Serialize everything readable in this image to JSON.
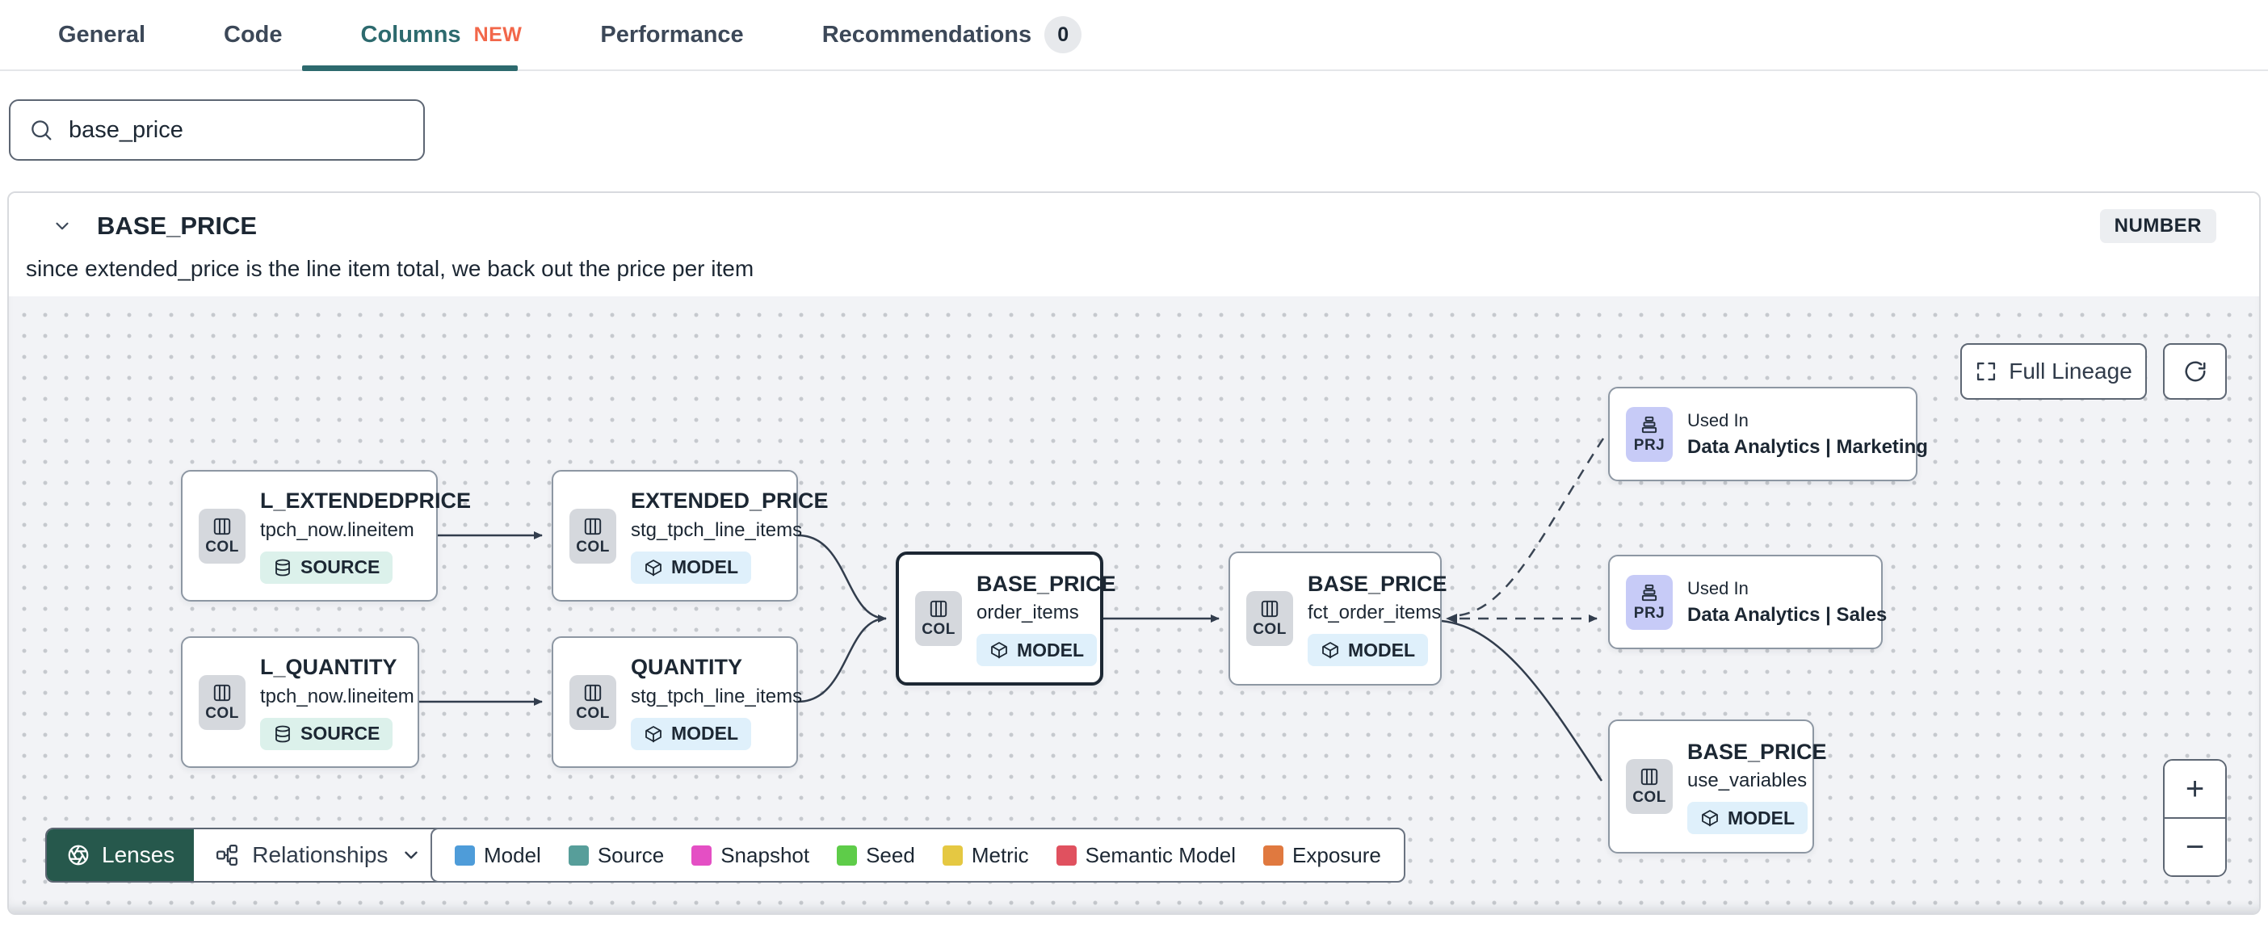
{
  "tabs": {
    "items": [
      {
        "label": "General"
      },
      {
        "label": "Code"
      },
      {
        "label": "Columns",
        "badge": "NEW"
      },
      {
        "label": "Performance"
      },
      {
        "label": "Recommendations",
        "count": "0"
      }
    ]
  },
  "search": {
    "value": "base_price"
  },
  "column_panel": {
    "title": "BASE_PRICE",
    "type": "NUMBER",
    "description": "since extended_price is the line item total, we back out the price per item"
  },
  "lineage": {
    "full_lineage_label": "Full Lineage",
    "nodes": [
      {
        "kind": "COL",
        "title": "L_EXTENDEDPRICE",
        "subtitle": "tpch_now.lineitem",
        "resource": "SOURCE"
      },
      {
        "kind": "COL",
        "title": "L_QUANTITY",
        "subtitle": "tpch_now.lineitem",
        "resource": "SOURCE"
      },
      {
        "kind": "COL",
        "title": "EXTENDED_PRICE",
        "subtitle": "stg_tpch_line_items",
        "resource": "MODEL"
      },
      {
        "kind": "COL",
        "title": "QUANTITY",
        "subtitle": "stg_tpch_line_items",
        "resource": "MODEL"
      },
      {
        "kind": "COL",
        "title": "BASE_PRICE",
        "subtitle": "order_items",
        "resource": "MODEL"
      },
      {
        "kind": "COL",
        "title": "BASE_PRICE",
        "subtitle": "fct_order_items",
        "resource": "MODEL"
      },
      {
        "kind": "PRJ",
        "used_in": "Used In",
        "title": "Data Analytics | Marketing"
      },
      {
        "kind": "PRJ",
        "used_in": "Used In",
        "title": "Data Analytics | Sales"
      },
      {
        "kind": "COL",
        "title": "BASE_PRICE",
        "subtitle": "use_variables",
        "resource": "MODEL"
      }
    ],
    "toolbar": {
      "lenses": "Lenses",
      "relationships": "Relationships"
    },
    "legend": [
      {
        "label": "Model",
        "color": "#4e9cd9"
      },
      {
        "label": "Source",
        "color": "#579e9a"
      },
      {
        "label": "Snapshot",
        "color": "#e44fc4"
      },
      {
        "label": "Seed",
        "color": "#5ecc49"
      },
      {
        "label": "Metric",
        "color": "#e5c842"
      },
      {
        "label": "Semantic Model",
        "color": "#e0515f"
      },
      {
        "label": "Exposure",
        "color": "#e0793f"
      }
    ],
    "zoom_in": "+",
    "zoom_out": "−"
  }
}
